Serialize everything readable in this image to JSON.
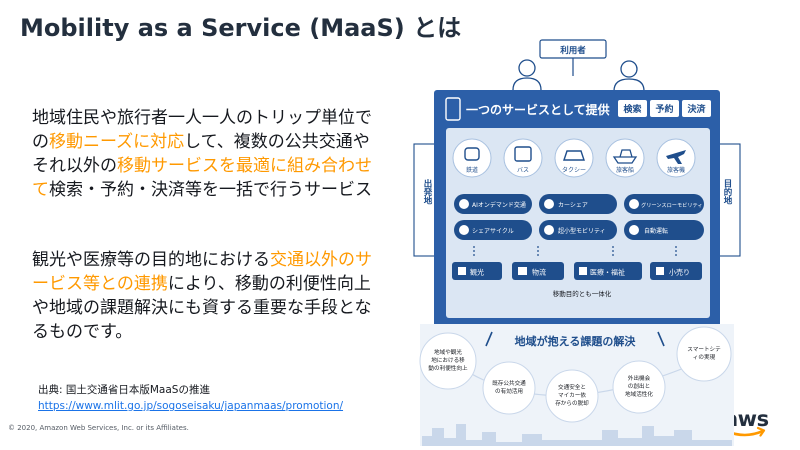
{
  "title": "Mobility as a Service (MaaS) とは",
  "para1": [
    {
      "t": "地域住民や旅行者一人一人のトリップ",
      "hl": false
    },
    {
      "t": "単位での",
      "hl": false
    },
    {
      "t": "移動ニーズに対応",
      "hl": true
    },
    {
      "t": "して、複数の公共交通やそれ以外の",
      "hl": false
    },
    {
      "t": "移動サービスを最適に組み合わせて",
      "hl": true
    },
    {
      "t": "検索・予約・決済等を一括で行うサービス",
      "hl": false
    }
  ],
  "para2": [
    {
      "t": "観光や医療等の目的地における",
      "hl": false
    },
    {
      "t": "交通以外のサービス等との連携",
      "hl": true
    },
    {
      "t": "により、移動の利便性向上や地域の課題解決にも資する重要な手段となるものです。",
      "hl": false
    }
  ],
  "source": {
    "label": "出典: 国土交通省日本版MaaSの推進",
    "url": "https://www.mlit.go.jp/sogoseisaku/japanmaas/promotion/"
  },
  "copyright": "© 2020, Amazon Web Services, Inc. or its Affiliates.",
  "logo_text": "aws",
  "colors": {
    "accent": "#ff9900",
    "navy": "#1f4e8c",
    "mid_blue": "#2c5fa8",
    "light_blue": "#dbe6f3",
    "text": "#16191f"
  },
  "diagram": {
    "user_label": "利用者",
    "service_title": "一つのサービスとして提供",
    "service_tags": [
      "検索",
      "予約",
      "決済"
    ],
    "origin": "出発地",
    "destination": "目的地",
    "modes_top": [
      "鉄道",
      "バス",
      "タクシー",
      "旅客船",
      "旅客機"
    ],
    "modes_mid": [
      "AIオンデマンド交通",
      "カーシェア",
      "グリーンスローモビリティ"
    ],
    "modes_mid2": [
      "シェアサイクル",
      "超小型モビリティ",
      "自動運転"
    ],
    "services": [
      "観光",
      "物流",
      "医療・福祉",
      "小売り"
    ],
    "services_note": "移動目的とも一体化",
    "issues_title": "地域が抱える課題の解決",
    "issues": [
      "地域や観光地における移動の利便性向上",
      "既存公共交通の有効活用",
      "交通安全とマイカー依存からの脱却",
      "外出機会の創出と地域活性化",
      "スマートシティの実現"
    ]
  }
}
